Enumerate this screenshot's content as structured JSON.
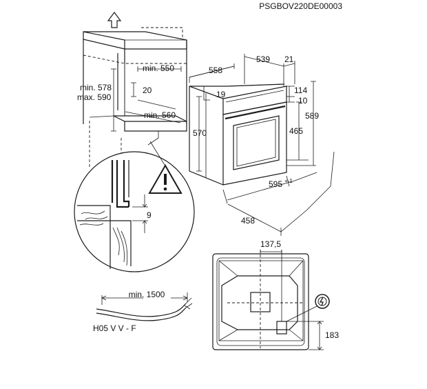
{
  "code": "PSGBOV220DE00003",
  "cabinet": {
    "min_height_label": "min. 578",
    "max_height_label": "max. 590",
    "min_width_label": "min. 550",
    "gap_label": "20",
    "min_depth_label": "min. 560"
  },
  "oven": {
    "depth_label": "558",
    "inner_width_label": "539",
    "front_label": "21",
    "top_label": "19",
    "panel_label": "114",
    "panel_offset_label": "10",
    "height_label": "570",
    "total_height_label": "589",
    "door_height_label": "465",
    "width_label": "595",
    "width_tolerance": "+-1",
    "base_depth_label": "458"
  },
  "detail": {
    "gap_label": "9"
  },
  "cable": {
    "length_label": "min. 1500",
    "type_label": "H05 V V - F"
  },
  "back": {
    "connection_offset_label": "137,5",
    "connection_height_label": "183"
  },
  "icons": [
    "up-arrow-icon",
    "warning-icon",
    "electric-plug-icon"
  ]
}
